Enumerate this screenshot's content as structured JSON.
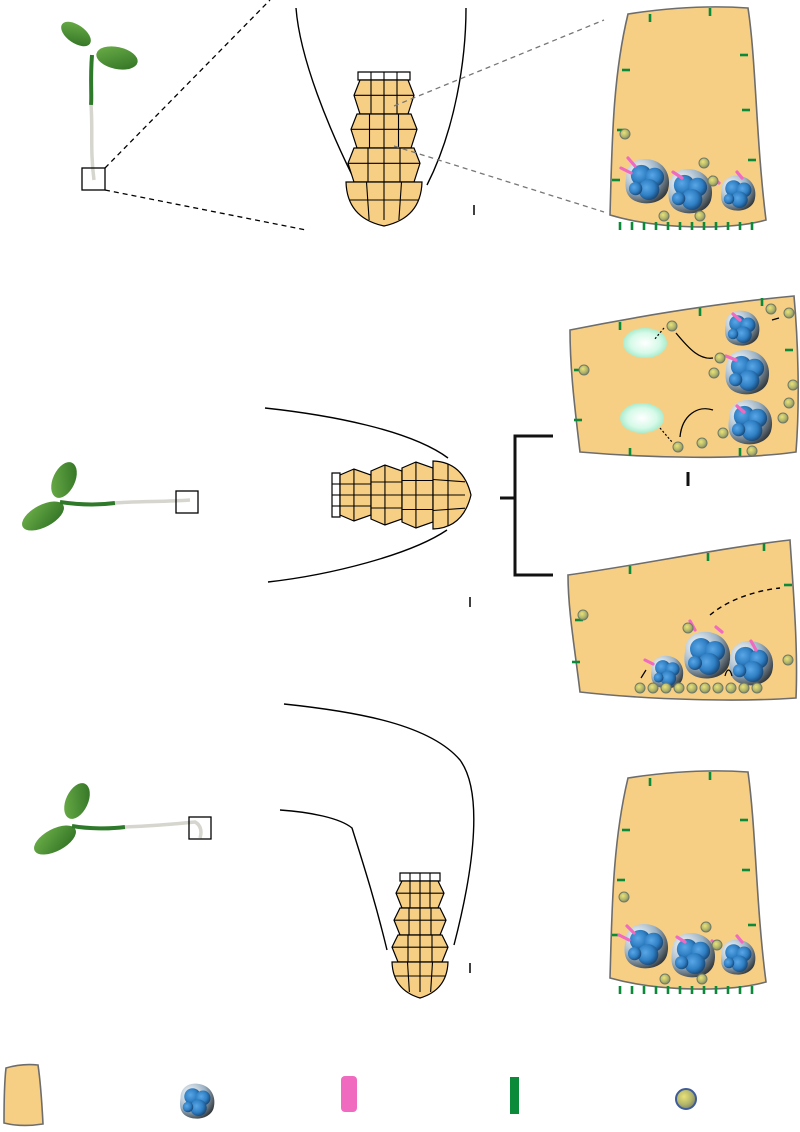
{
  "figure": {
    "panels": [
      {
        "id": "vertical",
        "orientation": "vertical"
      },
      {
        "id": "horizontal",
        "orientation": "horizontal"
      },
      {
        "id": "horizontal-recovered",
        "orientation": "horizontal"
      }
    ],
    "legend": [
      {
        "id": "columella-cell",
        "icon": "cell-icon"
      },
      {
        "id": "amyloplast",
        "icon": "amyloplast-icon"
      },
      {
        "id": "pink-marker",
        "icon": "pink-bar-icon"
      },
      {
        "id": "green-marker",
        "icon": "green-bar-icon"
      },
      {
        "id": "vesicle",
        "icon": "vesicle-icon"
      }
    ]
  },
  "colors": {
    "cell_fill": "#f7cf84",
    "cell_stroke": "#6d6d6d",
    "leaf_green": "#3f8a2f",
    "stem_green": "#2f7a2a",
    "root_gray": "#d6d6cf",
    "amyloplast_blue": "#2f7fc4",
    "amyloplast_dark": "#1a1a1a",
    "pink": "#f06bc0",
    "membrane_green": "#0b8a3a",
    "vesicle_gray": "#9aa37e",
    "nucleus_mint": "#c8f5df"
  }
}
